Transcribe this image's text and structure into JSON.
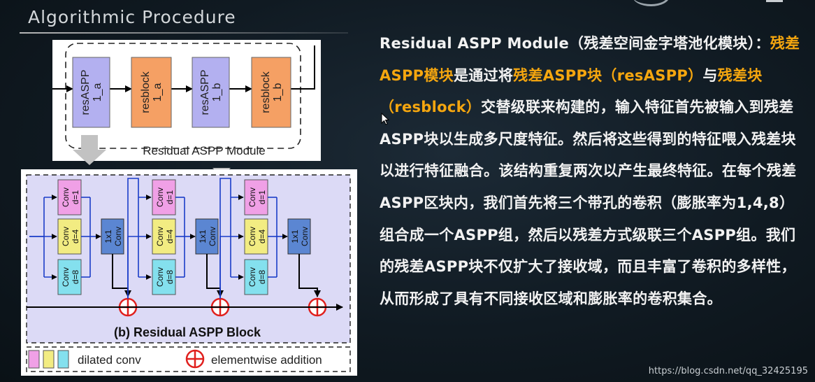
{
  "slide": {
    "title": "Algorithmic Procedure",
    "watermark": "https://blog.csdn.net/qq_32425195"
  },
  "figure": {
    "module_caption": "Residual ASPP Module",
    "module_blocks": [
      "resASPP\n1_a",
      "resblock\n1_a",
      "resASPP\n1_b",
      "resblock\n1_b"
    ],
    "block_caption": "(b) Residual ASPP Block",
    "conv_labels": [
      "Conv\nd=1",
      "Conv\nd=4",
      "Conv\nd=8"
    ],
    "conv1x1_label": "1x1\nConv",
    "legend_dilated": "dilated conv",
    "legend_add": "elementwise addition"
  },
  "paragraph": {
    "segments": [
      {
        "text": "Residual ASPP Module（残差空间金字塔池化模块）：",
        "hl": false
      },
      {
        "text": "残差ASPP模块",
        "hl": true
      },
      {
        "text": "是通过将",
        "hl": false
      },
      {
        "text": "残差ASPP块（resASPP）",
        "hl": true
      },
      {
        "text": "与",
        "hl": false
      },
      {
        "text": "残差块（resblock）",
        "hl": true
      },
      {
        "text": "交替级联来构建的，输入特征首先被输入到残差ASPP块以生成多尺度特征。然后将这些得到的特征喂入残差块以进行特征融合。该结构重复两次以产生最终特征。在每个残差ASPP区块内，我们首先将三个带孔的卷积（膨胀率为1,4,8）组合成一个ASPP组，然后以残差方式级联三个ASPP组。我们的残差ASPP块不仅扩大了接收域，而且丰富了卷积的多样性，从而形成了具有不同接收区域和膨胀率的卷积集合。",
        "hl": false
      }
    ]
  },
  "colors": {
    "highlight": "#f5a60f",
    "resaspp": "#b3b0f0",
    "resblock": "#f5a064",
    "conv_d1": "#f0a0e6",
    "conv_d4": "#f2ec82",
    "conv_d8": "#84e0ee",
    "conv1x1": "#5b86d2",
    "block_bg": "#dcdaf6",
    "add_circle": "#e0201e"
  }
}
